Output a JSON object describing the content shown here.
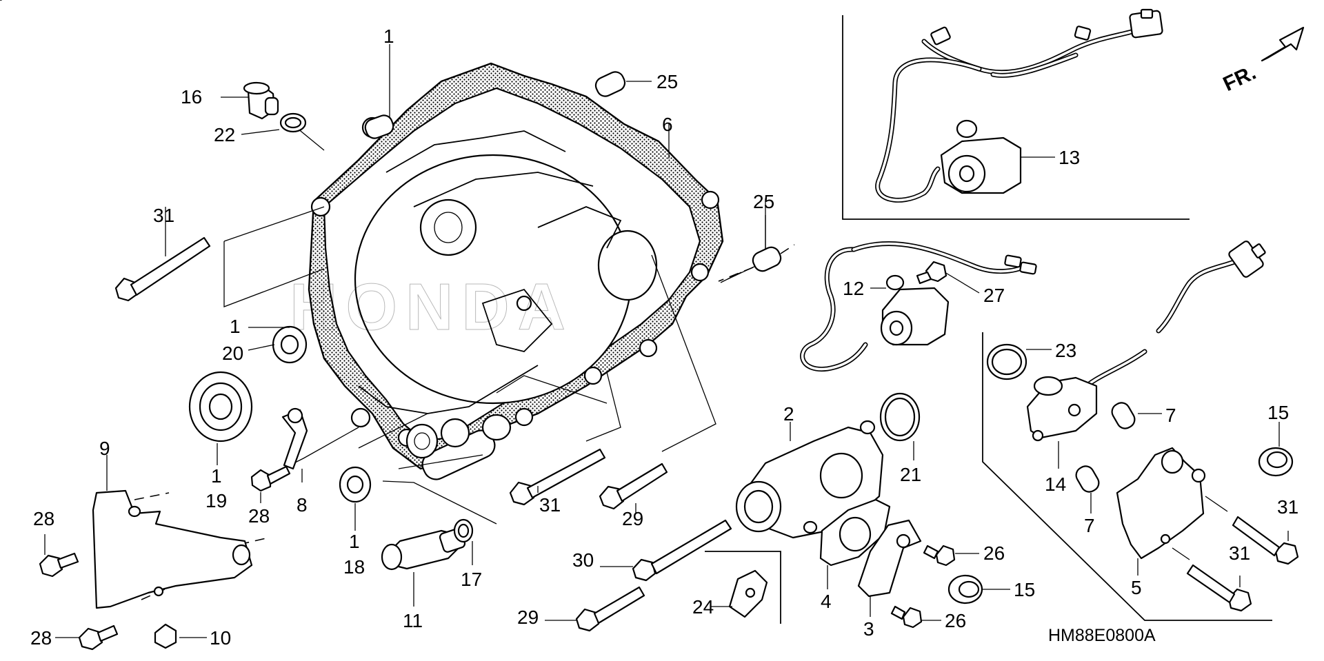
{
  "diagram": {
    "callouts": {
      "c1_top": "1",
      "c1_a": "1",
      "c1_b": "1",
      "c1_c": "1",
      "c2": "2",
      "c3": "3",
      "c4": "4",
      "c5": "5",
      "c6": "6",
      "c7_a": "7",
      "c7_b": "7",
      "c8": "8",
      "c9": "9",
      "c10": "10",
      "c11": "11",
      "c12": "12",
      "c13": "13",
      "c14": "14",
      "c15_a": "15",
      "c15_b": "15",
      "c16": "16",
      "c17": "17",
      "c18": "18",
      "c19": "19",
      "c20": "20",
      "c21": "21",
      "c22": "22",
      "c23": "23",
      "c24": "24",
      "c25_a": "25",
      "c25_b": "25",
      "c26_a": "26",
      "c26_b": "26",
      "c27": "27",
      "c28_a": "28",
      "c28_b": "28",
      "c28_c": "28",
      "c29_a": "29",
      "c29_b": "29",
      "c30": "30",
      "c31_a": "31",
      "c31_b": "31",
      "c31_c": "31",
      "c31_d": "31"
    },
    "direction_label": "FR.",
    "diagram_code": "HM88E0800A",
    "watermark": "HONDA"
  }
}
